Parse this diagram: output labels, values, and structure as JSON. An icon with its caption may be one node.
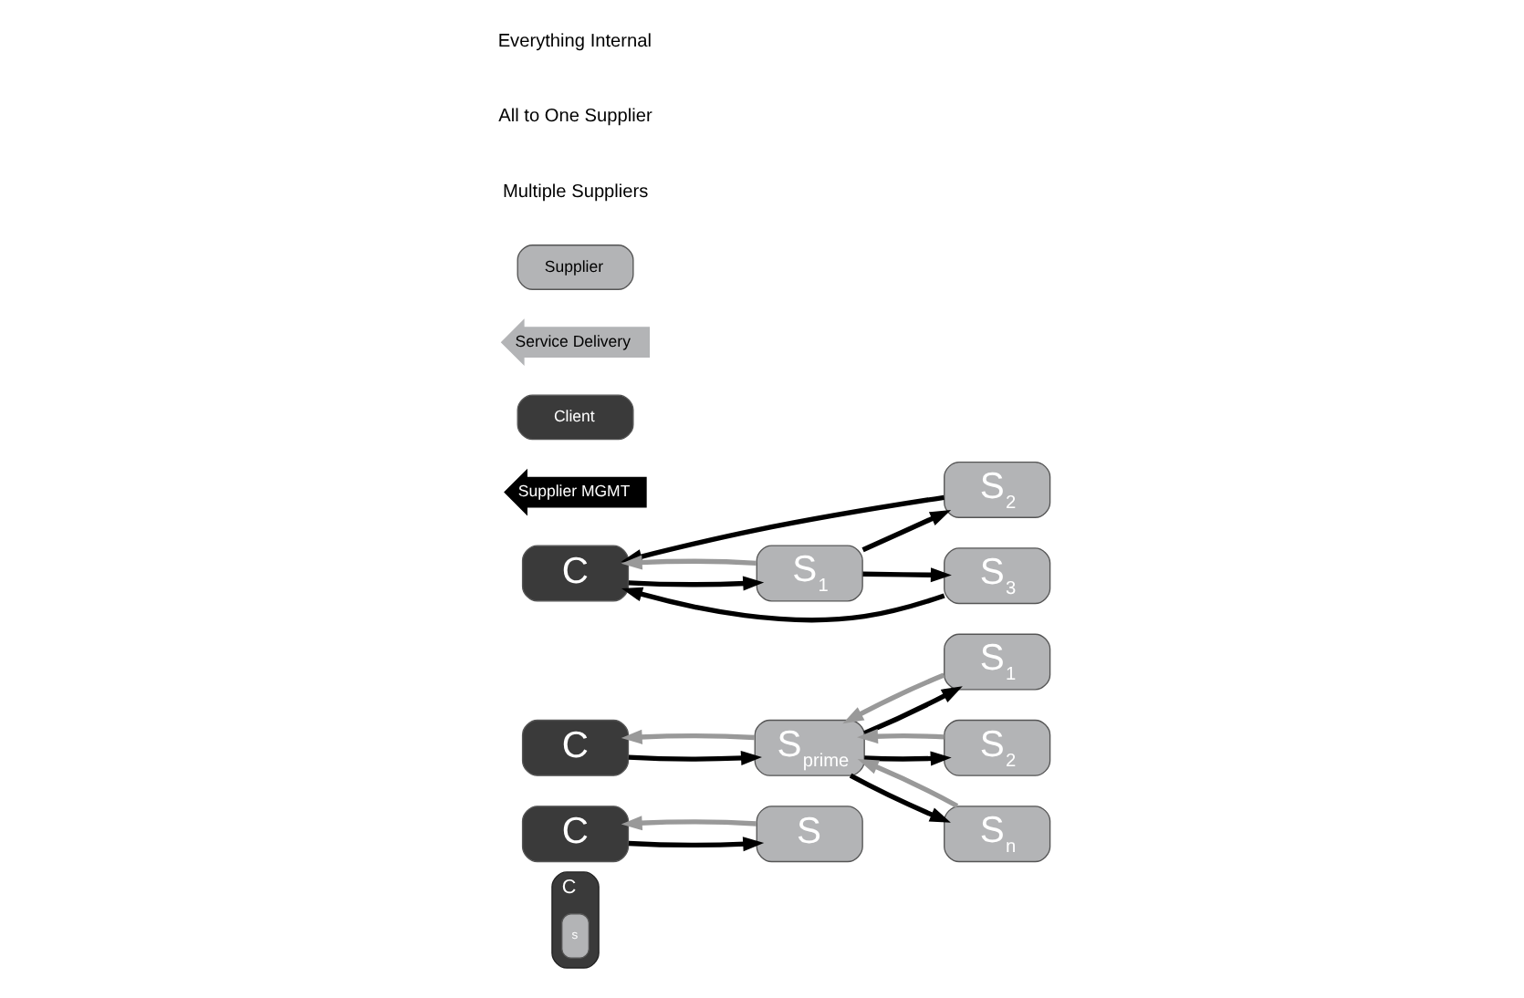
{
  "diagram": {
    "nodes": [
      {
        "text": [
          "C"
        ]
      },
      {
        "text": [
          "s"
        ],
        "in": 0
      },
      {
        "text": [
          "C"
        ]
      },
      {
        "text": [
          "S"
        ]
      },
      {
        "text": [
          "C"
        ]
      },
      {
        "text": [
          "S$_{prime}$"
        ]
      },
      {
        "text": [
          "S$_{1}$"
        ]
      },
      {
        "text": [
          "S$_{2}$"
        ]
      },
      {
        "text": [
          "S$_{n}$"
        ]
      },
      {
        "text": [
          "S$_{2}$"
        ]
      },
      {
        "text": [
          "C"
        ]
      },
      {
        "text": [
          "S$_{1}$"
        ]
      },
      {
        "text": [
          "S$_{3}$"
        ]
      }
    ],
    "edges": [
      {
        "from": 2,
        "to": 3,
        "arrow": "to"
      },
      {
        "from": 3,
        "to": 2,
        "arrow": "to",
        "color": "#999999"
      },
      {
        "from": 4,
        "to": 5,
        "arrow": "to"
      },
      {
        "from": 5,
        "to": 4,
        "arrow": "to",
        "color": "#999999"
      },
      {
        "from": 5,
        "to": 6,
        "arrow": "to"
      },
      {
        "from": 6,
        "to": 5,
        "arrow": "to",
        "color": "#999999"
      },
      {
        "from": 5,
        "to": 7,
        "arrow": "to"
      },
      {
        "from": 7,
        "to": 5,
        "arrow": "to",
        "color": "#999999"
      },
      {
        "from": 5,
        "to": 8,
        "arrow": "to"
      },
      {
        "from": 8,
        "to": 5,
        "arrow": "to",
        "color": "#999999"
      },
      {
        "from": 9,
        "to": 10,
        "arrow": "to"
      },
      {
        "from": 10,
        "to": 11,
        "arrow": "to"
      },
      {
        "from": 11,
        "to": 10,
        "arrow": "to",
        "color": "#999999"
      },
      {
        "from": 11,
        "to": 9,
        "arrow": "to"
      },
      {
        "from": 11,
        "to": 12,
        "arrow": "to"
      },
      {
        "from": 12,
        "to": 10,
        "arrow": "to"
      }
    ],
    "labels": [
      "Everything Internal",
      "All to One Supplier",
      "Multiple Suppliers"
    ],
    "legend": [
      {
        "text": "Supplier",
        "color": "#b3b4b6"
      },
      {
        "text": "Service Delivery"
      },
      {
        "text": "Client",
        "color": "#3a3a3a"
      },
      {
        "text": "Supplier MGMT"
      }
    ]
  }
}
